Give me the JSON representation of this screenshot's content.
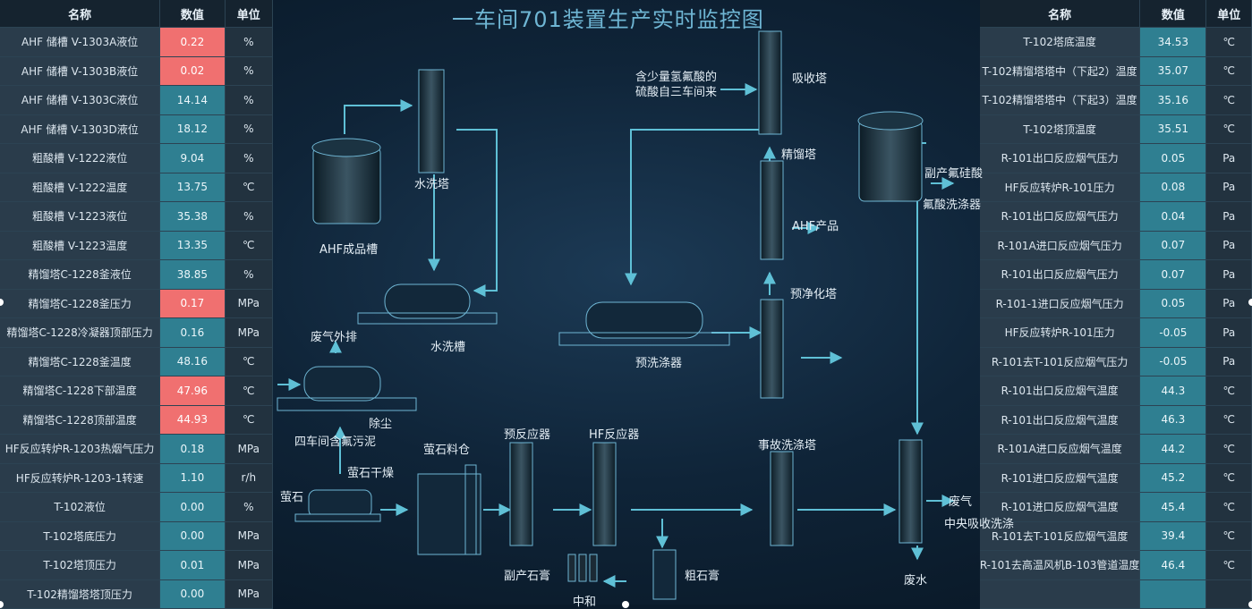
{
  "left_table": {
    "headers": {
      "name": "名称",
      "value": "数值",
      "unit": "单位"
    },
    "rows": [
      {
        "name": "AHF 储槽 V-1303A液位",
        "value": "0.22",
        "unit": "%",
        "alarm": true
      },
      {
        "name": "AHF 储槽 V-1303B液位",
        "value": "0.02",
        "unit": "%",
        "alarm": true
      },
      {
        "name": "AHF 储槽 V-1303C液位",
        "value": "14.14",
        "unit": "%",
        "alarm": false
      },
      {
        "name": "AHF 储槽 V-1303D液位",
        "value": "18.12",
        "unit": "%",
        "alarm": false
      },
      {
        "name": "粗酸槽 V-1222液位",
        "value": "9.04",
        "unit": "%",
        "alarm": false
      },
      {
        "name": "粗酸槽 V-1222温度",
        "value": "13.75",
        "unit": "℃",
        "alarm": false
      },
      {
        "name": "粗酸槽 V-1223液位",
        "value": "35.38",
        "unit": "%",
        "alarm": false
      },
      {
        "name": "粗酸槽 V-1223温度",
        "value": "13.35",
        "unit": "℃",
        "alarm": false
      },
      {
        "name": "精馏塔C-1228釜液位",
        "value": "38.85",
        "unit": "%",
        "alarm": false
      },
      {
        "name": "精馏塔C-1228釜压力",
        "value": "0.17",
        "unit": "MPa",
        "alarm": true
      },
      {
        "name": "精馏塔C-1228冷凝器顶部压力",
        "value": "0.16",
        "unit": "MPa",
        "alarm": false
      },
      {
        "name": "精馏塔C-1228釜温度",
        "value": "48.16",
        "unit": "℃",
        "alarm": false
      },
      {
        "name": "精馏塔C-1228下部温度",
        "value": "47.96",
        "unit": "℃",
        "alarm": true
      },
      {
        "name": "精馏塔C-1228顶部温度",
        "value": "44.93",
        "unit": "℃",
        "alarm": true
      },
      {
        "name": "HF反应转炉R-1203热烟气压力",
        "value": "0.18",
        "unit": "MPa",
        "alarm": false
      },
      {
        "name": "HF反应转炉R-1203-1转速",
        "value": "1.10",
        "unit": "r/h",
        "alarm": false
      },
      {
        "name": "T-102液位",
        "value": "0.00",
        "unit": "%",
        "alarm": false
      },
      {
        "name": "T-102塔底压力",
        "value": "0.00",
        "unit": "MPa",
        "alarm": false
      },
      {
        "name": "T-102塔顶压力",
        "value": "0.01",
        "unit": "MPa",
        "alarm": false
      },
      {
        "name": "T-102精馏塔塔顶压力",
        "value": "0.00",
        "unit": "MPa",
        "alarm": false
      }
    ]
  },
  "right_table": {
    "headers": {
      "name": "名称",
      "value": "数值",
      "unit": "单位"
    },
    "rows": [
      {
        "name": "T-102塔底温度",
        "value": "34.53",
        "unit": "℃"
      },
      {
        "name": "T-102精馏塔塔中（下起2）温度",
        "value": "35.07",
        "unit": "℃"
      },
      {
        "name": "T-102精馏塔塔中（下起3）温度",
        "value": "35.16",
        "unit": "℃"
      },
      {
        "name": "T-102塔顶温度",
        "value": "35.51",
        "unit": "℃"
      },
      {
        "name": "R-101出口反应烟气压力",
        "value": "0.05",
        "unit": "Pa"
      },
      {
        "name": "HF反应转炉R-101压力",
        "value": "0.08",
        "unit": "Pa"
      },
      {
        "name": "R-101出口反应烟气压力",
        "value": "0.04",
        "unit": "Pa"
      },
      {
        "name": "R-101A进口反应烟气压力",
        "value": "0.07",
        "unit": "Pa"
      },
      {
        "name": "R-101出口反应烟气压力",
        "value": "0.07",
        "unit": "Pa"
      },
      {
        "name": "R-101-1进口反应烟气压力",
        "value": "0.05",
        "unit": "Pa"
      },
      {
        "name": "HF反应转炉R-101压力",
        "value": "-0.05",
        "unit": "Pa"
      },
      {
        "name": "R-101去T-101反应烟气压力",
        "value": "-0.05",
        "unit": "Pa"
      },
      {
        "name": "R-101出口反应烟气温度",
        "value": "44.3",
        "unit": "℃"
      },
      {
        "name": "R-101出口反应烟气温度",
        "value": "46.3",
        "unit": "℃"
      },
      {
        "name": "R-101A进口反应烟气温度",
        "value": "44.2",
        "unit": "℃"
      },
      {
        "name": "R-101进口反应烟气温度",
        "value": "45.2",
        "unit": "℃"
      },
      {
        "name": "R-101进口反应烟气温度",
        "value": "45.4",
        "unit": "℃"
      },
      {
        "name": "R-101去T-101反应烟气温度",
        "value": "39.4",
        "unit": "℃"
      },
      {
        "name": "R-101去高温风机B-103管道温度",
        "value": "46.4",
        "unit": "℃"
      },
      {
        "name": "",
        "value": "",
        "unit": ""
      }
    ]
  },
  "diagram": {
    "title": "一车间701装置生产实时监控图",
    "labels": {
      "ahf_tank": "AHF成品槽",
      "water_wash_tower": "水洗塔",
      "water_wash_tank": "水洗槽",
      "exhaust": "废气外排",
      "dust": "除尘",
      "workshop4": "四车间含氟污泥",
      "fluorite_dry": "萤石干燥",
      "fluorite": "萤石",
      "fluorite_bin": "萤石料仓",
      "pre_reactor": "预反应器",
      "hf_reactor": "HF反应器",
      "byproduct_gypsum": "副产石膏",
      "neutralize": "中和",
      "crude_gypsum": "粗石膏",
      "acid_line1": "含少量氢氟酸的",
      "acid_line2": "硫酸自三车间来",
      "absorb_tower": "吸收塔",
      "rectify_tower": "精馏塔",
      "ahf_product": "AHF产品",
      "pre_purify": "预净化塔",
      "pre_washer": "预洗涤器",
      "accident_tower": "事故洗涤塔",
      "byproduct_fsa": "副产氟硅酸",
      "fsa_washer": "氟酸洗涤器",
      "waste_gas": "废气",
      "central_absorb": "中央吸收洗涤",
      "waste_water": "废水"
    }
  }
}
